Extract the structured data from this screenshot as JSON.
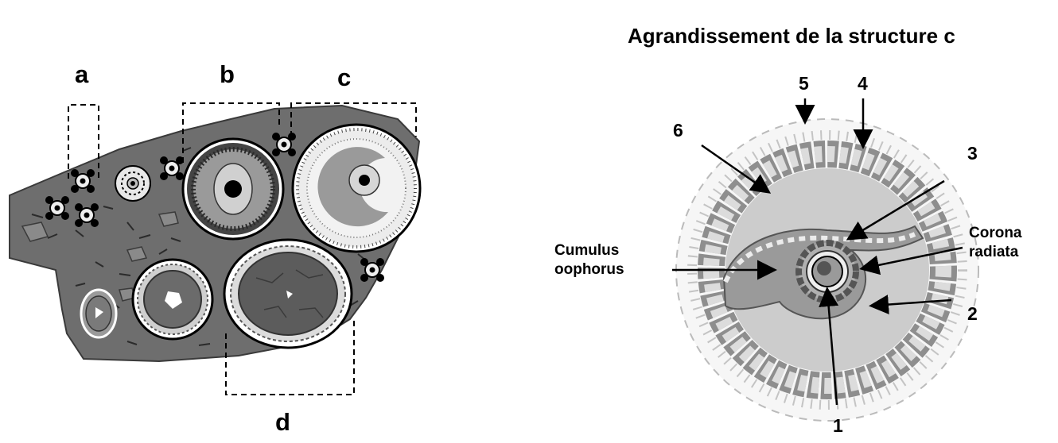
{
  "title": "Agrandissement de la structure c",
  "ovary_labels": {
    "a": "a",
    "b": "b",
    "c": "c",
    "d": "d"
  },
  "enlargement_labels": {
    "n1": "1",
    "n2": "2",
    "n3": "3",
    "n4": "4",
    "n5": "5",
    "n6": "6",
    "cumulus_line1": "Cumulus",
    "cumulus_line2": "oophorus",
    "corona_line1": "Corona",
    "corona_line2": "radiata"
  },
  "colors": {
    "stroma": "#6e6e6e",
    "antrum": "#c9c9c9",
    "ink": "#000000",
    "cell": "#e6e6e6"
  }
}
